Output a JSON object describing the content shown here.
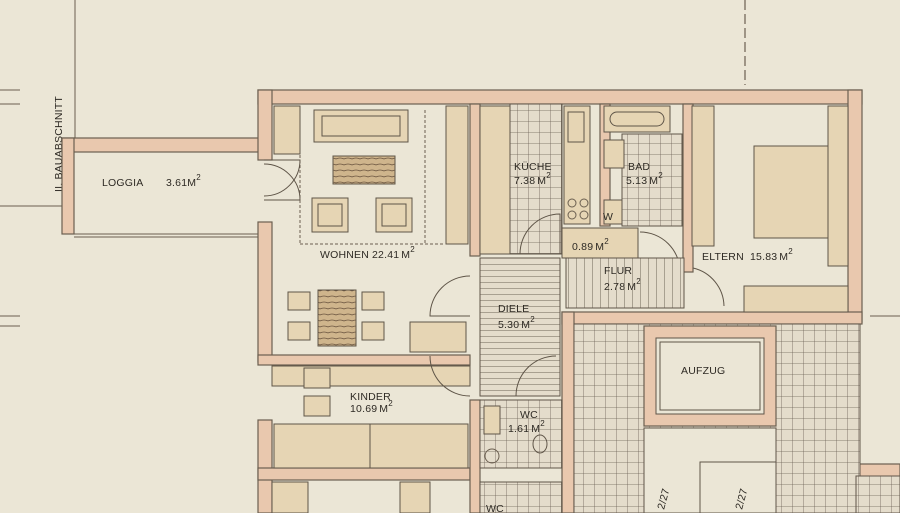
{
  "section_label": "II. BAUABSCHNITT",
  "rooms": {
    "loggia": {
      "name": "LOGGIA",
      "area": "3.61",
      "unit": "M",
      "sup": "2"
    },
    "wohnen": {
      "name": "WOHNEN",
      "area": "22.41",
      "unit": "M",
      "sup": "2"
    },
    "kueche": {
      "name": "KÜCHE",
      "area": "7.38",
      "unit": "M",
      "sup": "2"
    },
    "bad": {
      "name": "BAD",
      "area": "5.13",
      "unit": "M",
      "sup": "2"
    },
    "w": {
      "name": "W"
    },
    "abstell": {
      "area": "0.89",
      "unit": "M",
      "sup": "2"
    },
    "flur": {
      "name": "FLUR",
      "area": "2.78",
      "unit": "M",
      "sup": "2"
    },
    "eltern": {
      "name": "ELTERN",
      "area": "15.83",
      "unit": "M",
      "sup": "2"
    },
    "diele": {
      "name": "DIELE",
      "area": "5.30",
      "unit": "M",
      "sup": "2"
    },
    "aufzug": {
      "name": "AUFZUG"
    },
    "kinder": {
      "name": "KINDER",
      "area": "10.69",
      "unit": "M",
      "sup": "2"
    },
    "wc": {
      "name": "WC",
      "area": "1.61",
      "unit": "M",
      "sup": "2"
    },
    "wc_lower": {
      "name": "WC"
    }
  },
  "stair_marks": [
    "2/27",
    "2/27"
  ],
  "colors": {
    "paper": "#ebe6d6",
    "wall_fill": "#e9c8ae",
    "line": "#6b5f50",
    "furniture": "#e6d5b4",
    "ink": "#2e2a24"
  }
}
